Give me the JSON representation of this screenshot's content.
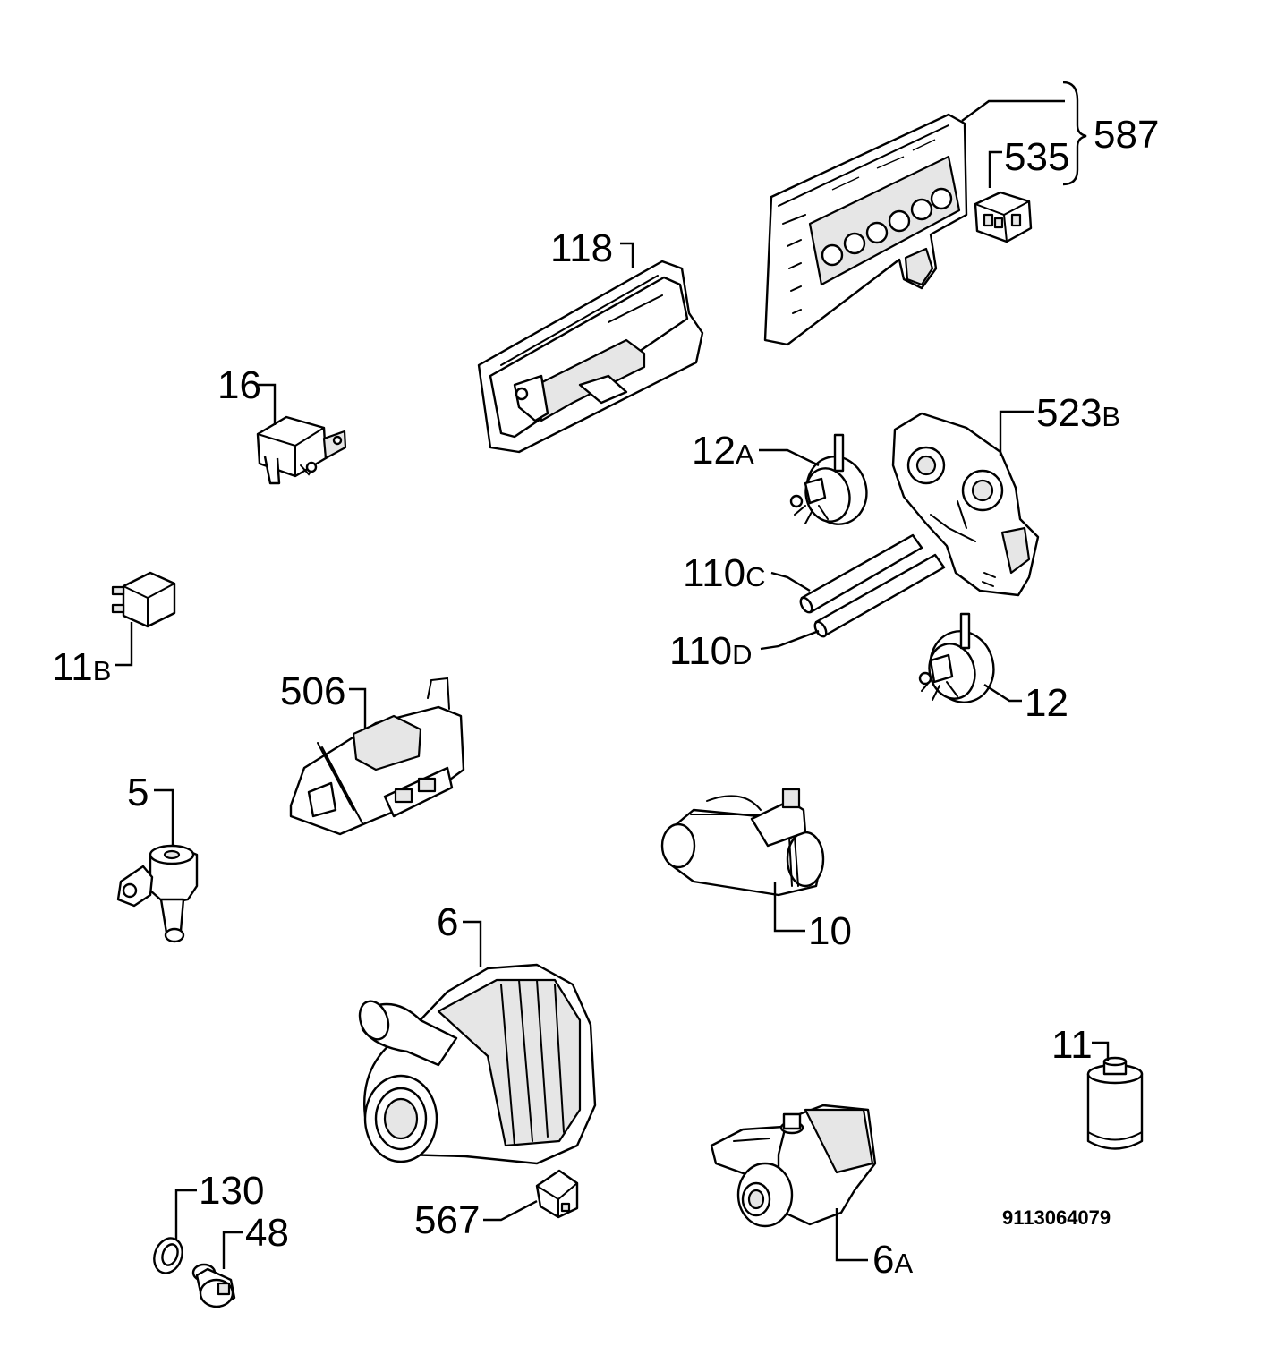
{
  "parts": [
    {
      "id": "587",
      "num": "587",
      "suffix": ""
    },
    {
      "id": "535",
      "num": "535",
      "suffix": ""
    },
    {
      "id": "118",
      "num": "118",
      "suffix": ""
    },
    {
      "id": "16",
      "num": "16",
      "suffix": ""
    },
    {
      "id": "523B",
      "num": "523",
      "suffix": "B"
    },
    {
      "id": "12A",
      "num": "12",
      "suffix": "A"
    },
    {
      "id": "110C",
      "num": "110",
      "suffix": "C"
    },
    {
      "id": "110D",
      "num": "110",
      "suffix": "D"
    },
    {
      "id": "11B",
      "num": "11",
      "suffix": "B"
    },
    {
      "id": "12",
      "num": "12",
      "suffix": ""
    },
    {
      "id": "506",
      "num": "506",
      "suffix": ""
    },
    {
      "id": "5",
      "num": "5",
      "suffix": ""
    },
    {
      "id": "10",
      "num": "10",
      "suffix": ""
    },
    {
      "id": "6",
      "num": "6",
      "suffix": ""
    },
    {
      "id": "11",
      "num": "11",
      "suffix": ""
    },
    {
      "id": "130",
      "num": "130",
      "suffix": ""
    },
    {
      "id": "48",
      "num": "48",
      "suffix": ""
    },
    {
      "id": "567",
      "num": "567",
      "suffix": ""
    },
    {
      "id": "6A",
      "num": "6",
      "suffix": "A"
    }
  ],
  "drawing_code": "9113064079"
}
